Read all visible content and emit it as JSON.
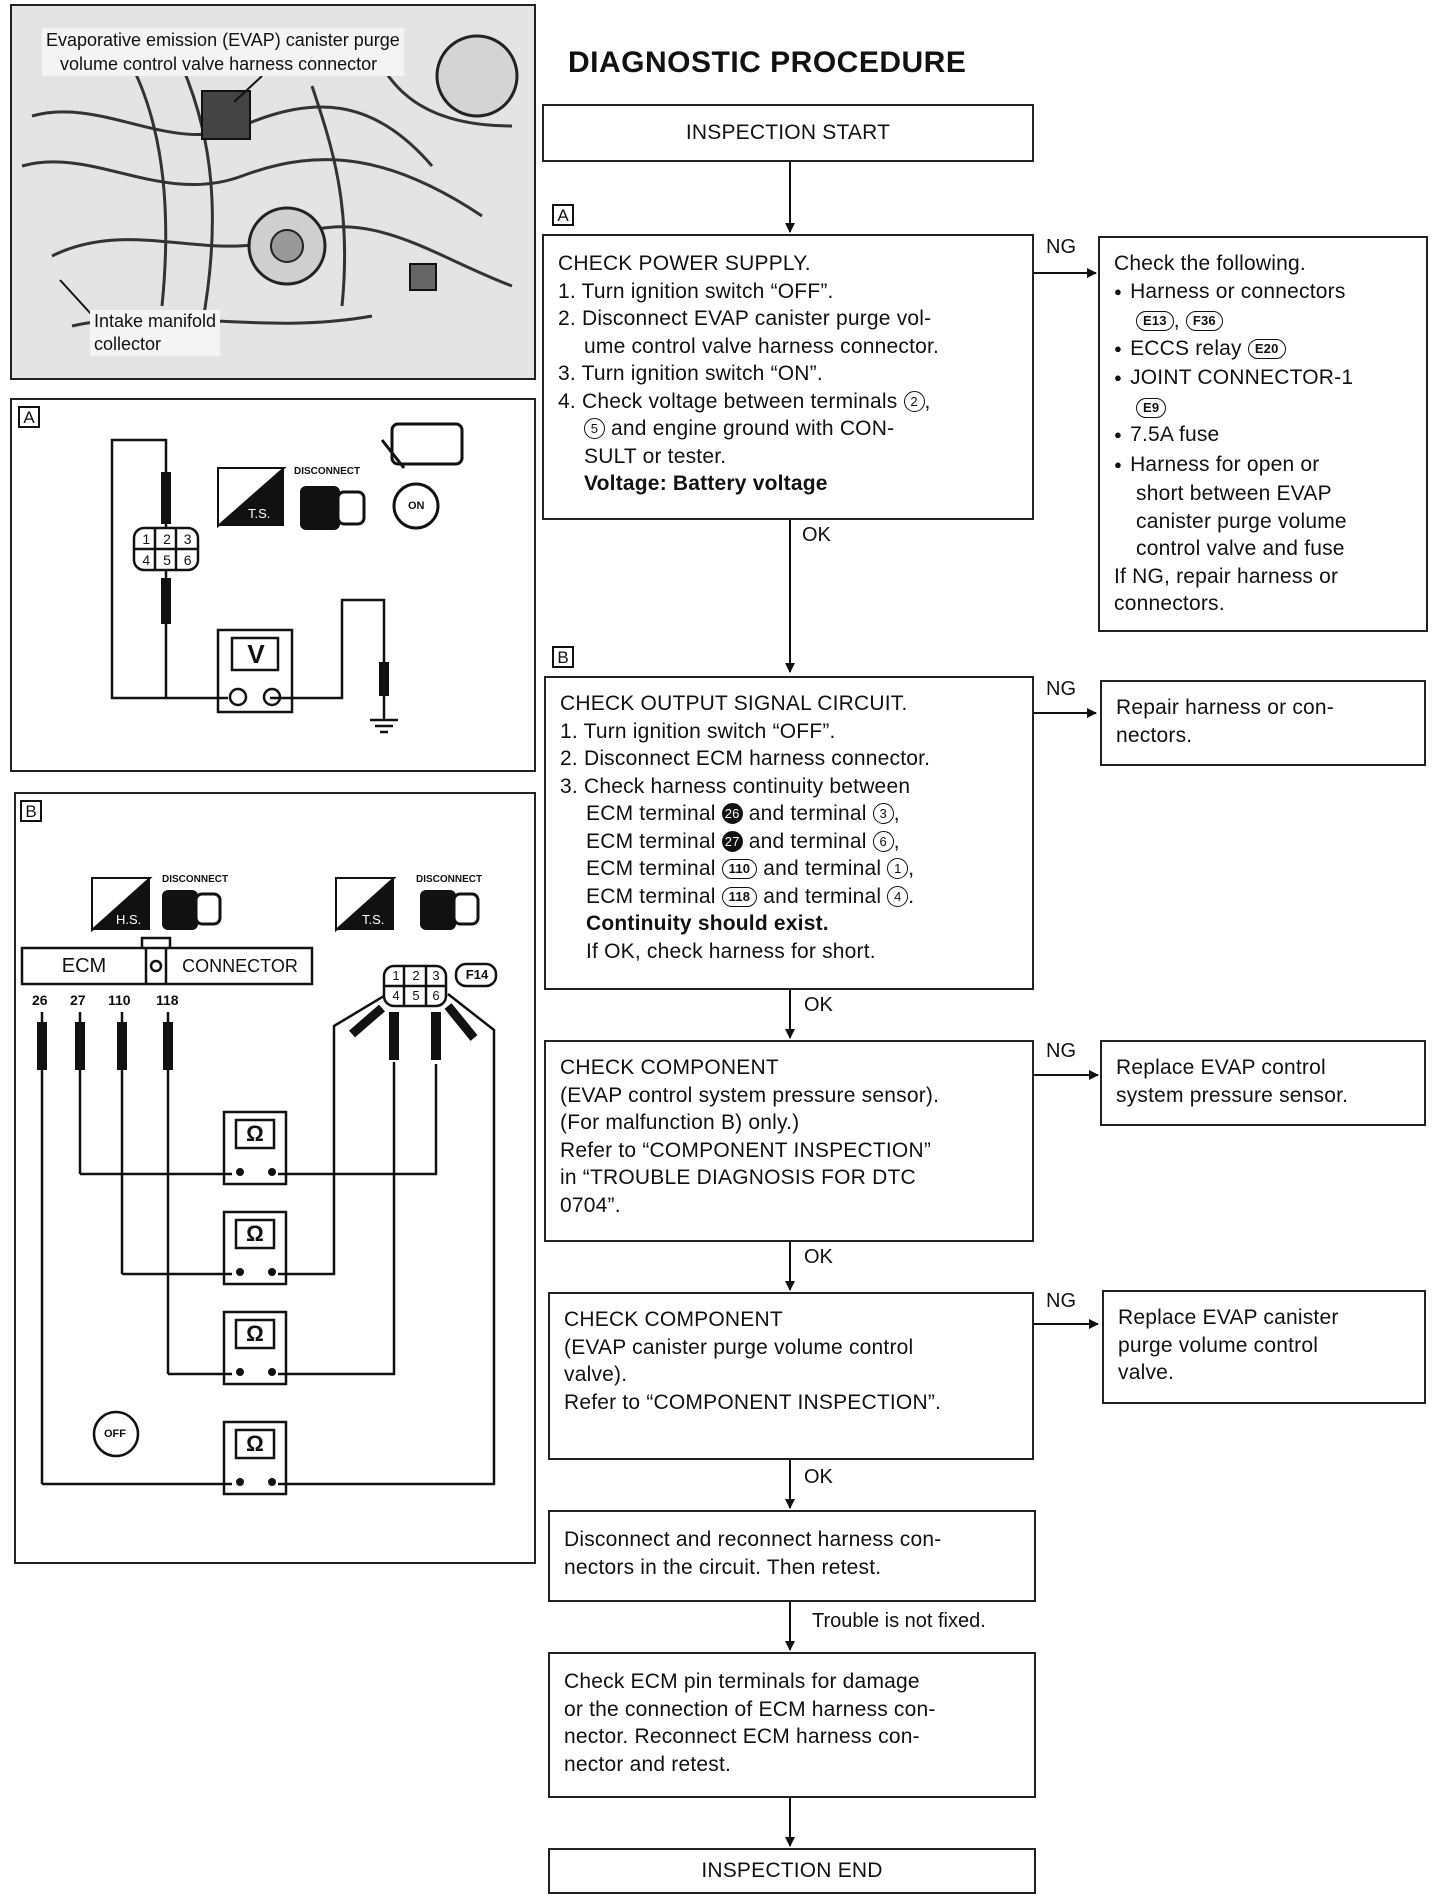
{
  "title": "DIAGNOSTIC PROCEDURE",
  "photo": {
    "caption1_line1": "Evaporative emission (EVAP) canister purge",
    "caption1_line2": "volume control valve harness connector",
    "caption2_line1": "Intake manifold",
    "caption2_line2": "collector"
  },
  "panel_a": {
    "tag": "A",
    "meter": "V",
    "disconnect": "DISCONNECT",
    "ts": "T.S.",
    "on": "ON",
    "pins_top": [
      "1",
      "2",
      "3"
    ],
    "pins_bottom": [
      "4",
      "5",
      "6"
    ]
  },
  "panel_b": {
    "tag": "B",
    "disconnect1": "DISCONNECT",
    "disconnect2": "DISCONNECT",
    "hs": "H.S.",
    "ts": "T.S.",
    "ecm": "ECM",
    "connector": "CONNECTOR",
    "connector_id": "F14",
    "off": "OFF",
    "terminals": [
      "26",
      "27",
      "110",
      "118"
    ],
    "pins_top": [
      "1",
      "2",
      "3"
    ],
    "pins_bottom": [
      "4",
      "5",
      "6"
    ],
    "meter": "Ω"
  },
  "flow": {
    "start": "INSPECTION START",
    "step_a": {
      "tag": "A",
      "title": "CHECK POWER SUPPLY.",
      "l1": "1. Turn ignition switch “OFF”.",
      "l2": "2. Disconnect EVAP canister purge vol-",
      "l2b": "ume control valve harness connector.",
      "l3": "3. Turn ignition switch “ON”.",
      "l4a": "4. Check voltage between terminals",
      "l4_t1": "2",
      "l4_t2": "5",
      "l4b": "and engine ground with CON-",
      "l4c": "SULT or tester.",
      "bold": "Voltage: Battery voltage",
      "ng": "NG",
      "ok": "OK"
    },
    "ng_a": {
      "title": "Check the following.",
      "b1": "Harness or connectors",
      "c1": "E13",
      "c2": "F36",
      "b2": "ECCS relay",
      "c3": "E20",
      "b3": "JOINT CONNECTOR-1",
      "c4": "E9",
      "b4": "7.5A fuse",
      "b5a": "Harness for open or",
      "b5b": "short between EVAP",
      "b5c": "canister purge volume",
      "b5d": "control valve and fuse",
      "f1": "If NG, repair harness or",
      "f2": "connectors."
    },
    "step_b": {
      "tag": "B",
      "title": "CHECK OUTPUT SIGNAL CIRCUIT.",
      "l1": "1. Turn ignition switch “OFF”.",
      "l2": "2. Disconnect ECM harness connector.",
      "l3": "3. Check harness continuity between",
      "e1a": "ECM terminal",
      "e1t": "26",
      "e1b": "and terminal",
      "e1u": "3",
      "e2a": "ECM terminal",
      "e2t": "27",
      "e2b": "and terminal",
      "e2u": "6",
      "e3a": "ECM terminal",
      "e3t": "110",
      "e3b": "and terminal",
      "e3u": "1",
      "e4a": "ECM terminal",
      "e4t": "118",
      "e4b": "and terminal",
      "e4u": "4",
      "bold": "Continuity should exist.",
      "last": "If OK, check harness for short.",
      "ng": "NG",
      "ok": "OK"
    },
    "ng_b": {
      "l1": "Repair harness or con-",
      "l2": "nectors."
    },
    "step_c": {
      "l1": "CHECK COMPONENT",
      "l2": "(EVAP control system pressure sensor).",
      "l3": "(For malfunction B) only.)",
      "l4": "Refer to “COMPONENT INSPECTION”",
      "l5": "in “TROUBLE DIAGNOSIS FOR DTC",
      "l6": "0704”.",
      "ng": "NG",
      "ok": "OK"
    },
    "ng_c": {
      "l1": "Replace EVAP control",
      "l2": "system pressure sensor."
    },
    "step_d": {
      "l1": "CHECK COMPONENT",
      "l2": "(EVAP canister purge volume control",
      "l3": "valve).",
      "l4": "Refer to “COMPONENT INSPECTION”.",
      "ng": "NG",
      "ok": "OK"
    },
    "ng_d": {
      "l1": "Replace EVAP canister",
      "l2": "purge volume control",
      "l3": "valve."
    },
    "step_e": {
      "l1": "Disconnect and reconnect harness con-",
      "l2": "nectors in the circuit. Then retest."
    },
    "not_fixed": "Trouble is not fixed.",
    "step_f": {
      "l1": "Check ECM pin terminals for damage",
      "l2": "or the connection of ECM harness con-",
      "l3": "nector. Reconnect ECM harness con-",
      "l4": "nector and retest."
    },
    "end": "INSPECTION END"
  }
}
